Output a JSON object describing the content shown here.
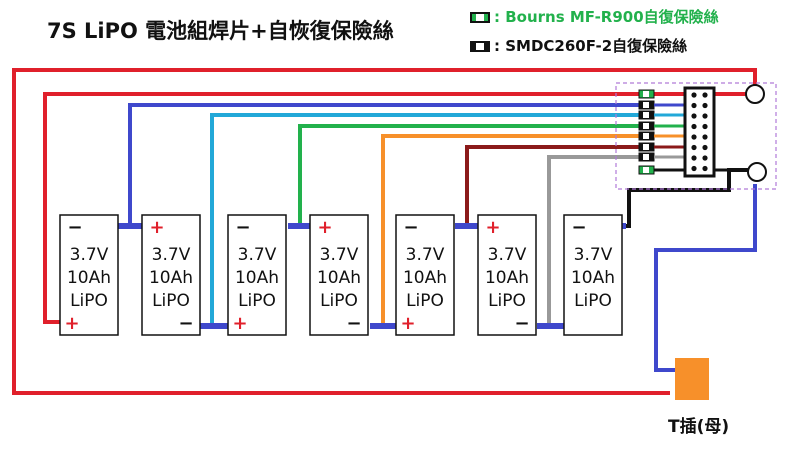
{
  "title": "7S LiPO 電池組焊片+自恢復保險絲",
  "legend": {
    "green": {
      "text": ": Bourns MF-R900自復保險絲",
      "color": "#22b14c"
    },
    "black": {
      "text": ": SMDC260F-2自復保險絲",
      "color": "#111111"
    }
  },
  "cells": [
    {
      "voltage": "3.7V",
      "capacity": "10Ah",
      "chem": "LiPO",
      "top_sign": "−",
      "bottom_sign": "+"
    },
    {
      "voltage": "3.7V",
      "capacity": "10Ah",
      "chem": "LiPO",
      "top_sign": "+",
      "bottom_sign": "−"
    },
    {
      "voltage": "3.7V",
      "capacity": "10Ah",
      "chem": "LiPO",
      "top_sign": "−",
      "bottom_sign": "+"
    },
    {
      "voltage": "3.7V",
      "capacity": "10Ah",
      "chem": "LiPO",
      "top_sign": "+",
      "bottom_sign": "−"
    },
    {
      "voltage": "3.7V",
      "capacity": "10Ah",
      "chem": "LiPO",
      "top_sign": "−",
      "bottom_sign": "+"
    },
    {
      "voltage": "3.7V",
      "capacity": "10Ah",
      "chem": "LiPO",
      "top_sign": "+",
      "bottom_sign": "−"
    },
    {
      "voltage": "3.7V",
      "capacity": "10Ah",
      "chem": "LiPO",
      "top_sign": "−",
      "bottom_sign": ""
    }
  ],
  "wire_colors": {
    "positive": "#e0202b",
    "link": "#3f48cc",
    "balance_1": "#22a8d8",
    "balance_2": "#22b14c",
    "balance_3": "#f7902a",
    "balance_4": "#8b1a1a",
    "balance_5": "#999999",
    "negative": "#111111",
    "plug": "#f7902a"
  },
  "plug": {
    "label": "T插(母)"
  }
}
